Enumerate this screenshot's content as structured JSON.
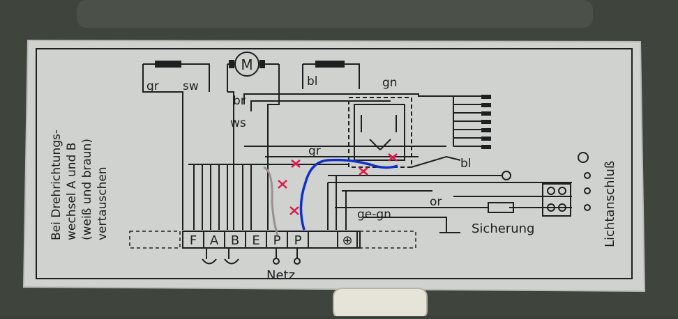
{
  "side_note": {
    "line1": "Bei Drehrichtungs-",
    "line2": "wechsel  A und B",
    "line3": "(weiß und braun)",
    "line4": "vertauschen"
  },
  "motor": {
    "label": "M"
  },
  "wire_labels": {
    "gr_top": "gr",
    "sw": "sw",
    "br": "br",
    "ws": "ws",
    "bl_top": "bl",
    "gn": "gn",
    "gr_mid": "gr",
    "bl_right": "bl",
    "or": "or",
    "ge_gn": "ge-gn"
  },
  "terminals": [
    "F",
    "A",
    "B",
    "E",
    "P",
    "P"
  ],
  "ground_symbol": "⊕",
  "netz_label": "Netz",
  "sicherung_label": "Sicherung",
  "lichtanschluss_label": "Lichtanschluß",
  "colors": {
    "plate": "#cfd2cf",
    "ink": "#1d1f20",
    "red_marks": "#e0184a",
    "blue_wire": "#1030c8",
    "grey_wire": "#9a8e93"
  }
}
